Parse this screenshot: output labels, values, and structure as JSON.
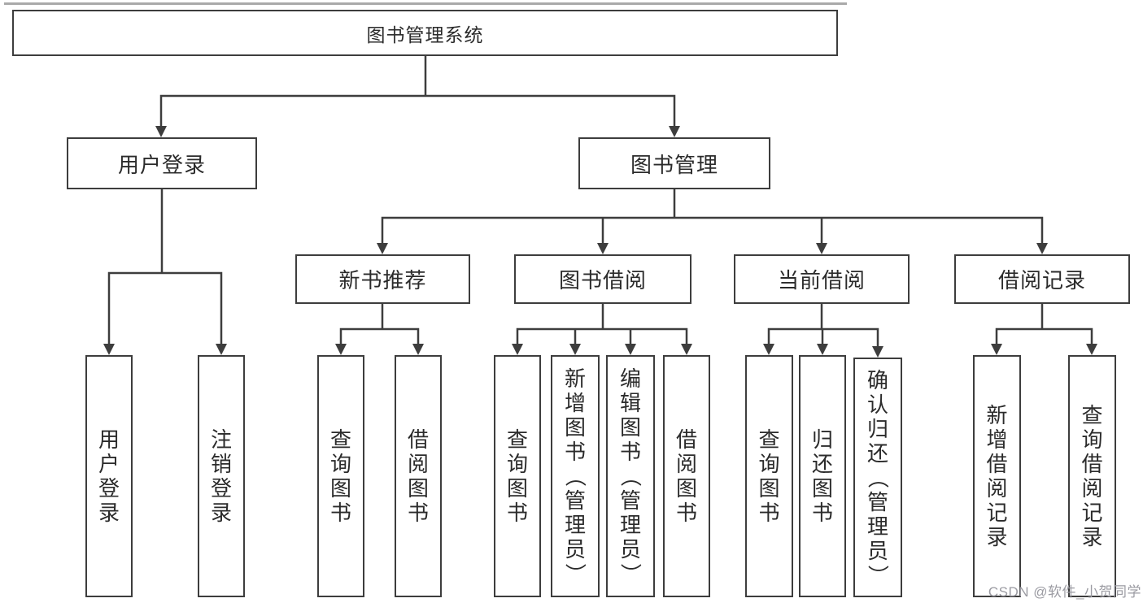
{
  "diagram": {
    "colors": {
      "line": "#3d3d3d",
      "box_border": "#3d3d3d",
      "text": "#2b2b2b",
      "background": "#ffffff",
      "watermark": "#9b9ba2"
    },
    "watermark": {
      "text": "CSDN @软件_小贺同学"
    },
    "tree": {
      "root": {
        "label": "图书管理系统"
      },
      "children": [
        {
          "label": "用户登录",
          "children": [
            {
              "label": "用户登录"
            },
            {
              "label": "注销登录"
            }
          ]
        },
        {
          "label": "图书管理",
          "children": [
            {
              "label": "新书推荐",
              "children": [
                {
                  "label": "查询图书"
                },
                {
                  "label": "借阅图书"
                }
              ]
            },
            {
              "label": "图书借阅",
              "children": [
                {
                  "label": "查询图书"
                },
                {
                  "label": "新增图书（管理员）"
                },
                {
                  "label": "编辑图书（管理员）"
                },
                {
                  "label": "借阅图书"
                }
              ]
            },
            {
              "label": "当前借阅",
              "children": [
                {
                  "label": "查询图书"
                },
                {
                  "label": "归还图书"
                },
                {
                  "label": "确认归还（管理员）"
                }
              ]
            },
            {
              "label": "借阅记录",
              "children": [
                {
                  "label": "新增借阅记录"
                },
                {
                  "label": "查询借阅记录"
                }
              ]
            }
          ]
        }
      ]
    }
  }
}
